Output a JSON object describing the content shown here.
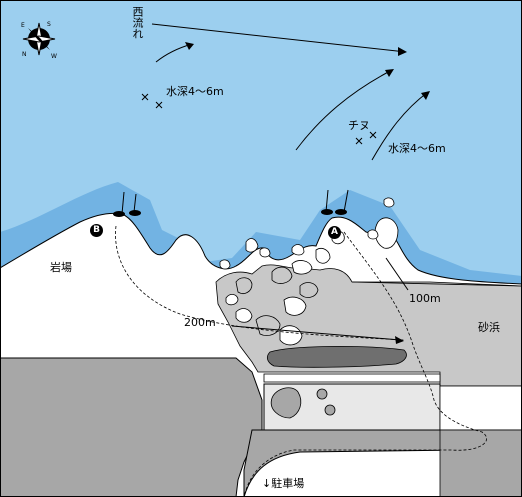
{
  "labels": {
    "current": "西流れ",
    "depth_left": "水深4〜6m",
    "depth_right": "水深4〜6m",
    "fish": "チヌ",
    "rocks": "岩場",
    "beach": "砂浜",
    "dist_200": "200m",
    "dist_100": "100m",
    "parking": "↓駐車場"
  },
  "markers": {
    "a": "A",
    "b": "B"
  },
  "compass_letters": {
    "n": "N",
    "s": "S",
    "e": "E",
    "w": "W"
  },
  "colors": {
    "sea": "#9ccfef",
    "shallow": "#72b3e3",
    "land": "#ffffff",
    "rock_area": "#c8c8c8",
    "urban": "#a7a7a7",
    "dark_strip": "#6f6f6f",
    "road": "#e8e8e8"
  }
}
